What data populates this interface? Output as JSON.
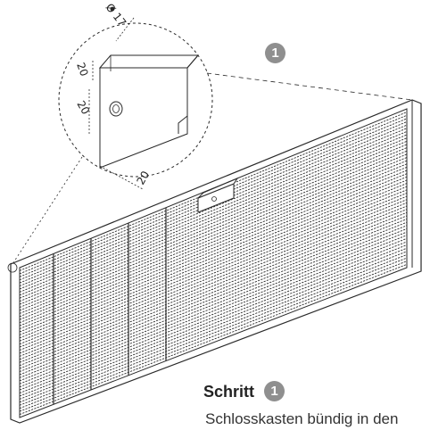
{
  "badge_top": "1",
  "dimensions": {
    "diameter": "Ø 17",
    "top_height": "20",
    "hole_offset": "20",
    "depth": "20"
  },
  "step": {
    "label": "Schritt",
    "number": "1",
    "text": "Schlosskasten bündig in den"
  },
  "colors": {
    "badge": "#8f8f8f",
    "line": "#2a2a2a",
    "text": "#333333"
  },
  "panel": {
    "horizontal_slat_rows": 48,
    "vertical_post_count": 4
  }
}
